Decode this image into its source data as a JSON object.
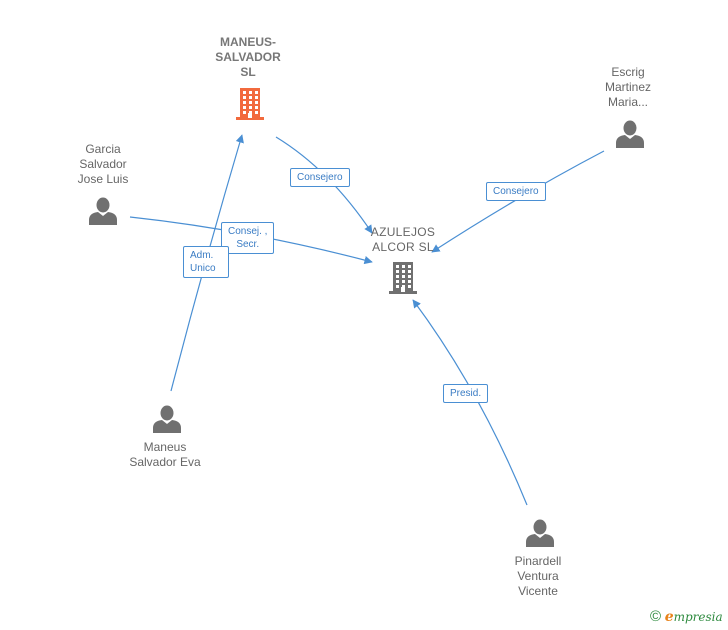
{
  "nodes": {
    "maneus_salvador_sl": {
      "lines": [
        "MANEUS-",
        "SALVADOR",
        "SL"
      ],
      "icon": "building-icon",
      "color": "#f26a3d"
    },
    "azulejos_alcor_sl": {
      "lines": [
        "AZULEJOS",
        "ALCOR  SL"
      ],
      "icon": "building-icon",
      "color": "#707070"
    },
    "garcia_salvador_jose_luis": {
      "lines": [
        "Garcia",
        "Salvador",
        "Jose Luis"
      ],
      "icon": "person-icon",
      "color": "#707070"
    },
    "escrig_martinez_maria": {
      "lines": [
        "Escrig",
        "Martinez",
        "Maria..."
      ],
      "icon": "person-icon",
      "color": "#707070"
    },
    "maneus_salvador_eva": {
      "lines": [
        "Maneus",
        "Salvador Eva"
      ],
      "icon": "person-icon",
      "color": "#707070"
    },
    "pinardell_ventura_vicente": {
      "lines": [
        "Pinardell",
        "Ventura",
        "Vicente"
      ],
      "icon": "person-icon",
      "color": "#707070"
    }
  },
  "edges": [
    {
      "from": "maneus_salvador_sl",
      "to": "azulejos_alcor_sl",
      "label": [
        "Consejero"
      ]
    },
    {
      "from": "escrig_martinez_maria",
      "to": "azulejos_alcor_sl",
      "label": [
        "Consejero"
      ]
    },
    {
      "from": "garcia_salvador_jose_luis",
      "to": "azulejos_alcor_sl",
      "label": [
        "Consej. ,",
        "Secr."
      ]
    },
    {
      "from": "maneus_salvador_eva",
      "to": "maneus_salvador_sl",
      "label": [
        "Adm.",
        "Unico"
      ]
    },
    {
      "from": "pinardell_ventura_vicente",
      "to": "azulejos_alcor_sl",
      "label": [
        "Presid."
      ]
    }
  ],
  "colors": {
    "edge": "#4a8fd3",
    "accent": "#f26a3d",
    "brand_green": "#2d8a3e",
    "brand_orange": "#e8821a"
  },
  "footer": {
    "copyright_symbol": "©",
    "brand_first": "e",
    "brand_rest": "mpresia"
  }
}
